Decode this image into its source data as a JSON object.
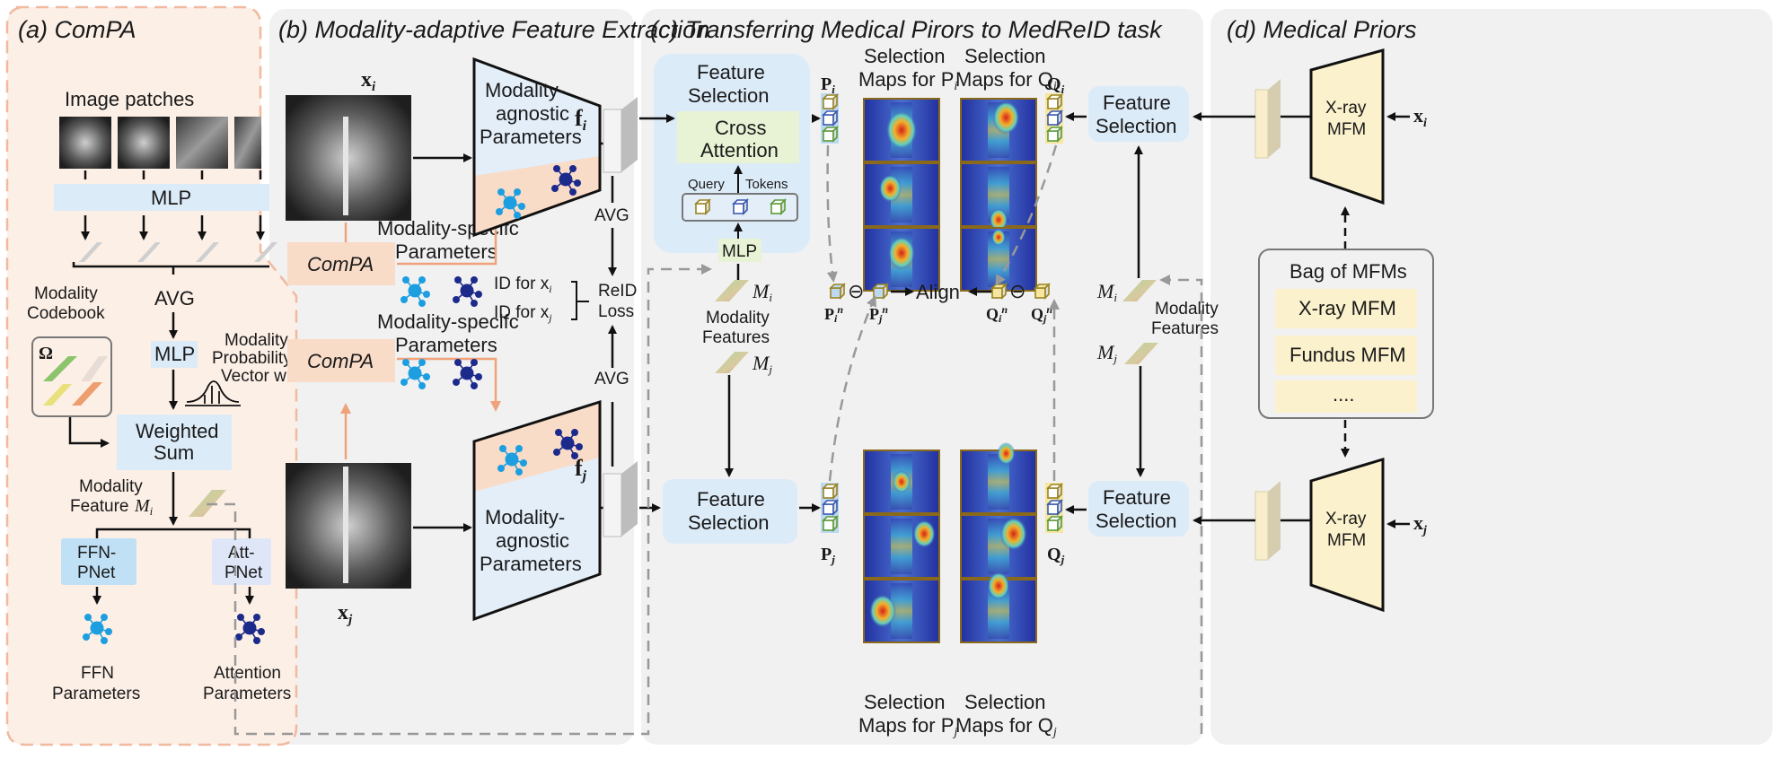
{
  "panels": {
    "a": {
      "title": "(a) ComPA",
      "image_patches_label": "Image patches",
      "mlp_top": "MLP",
      "avg": "AVG",
      "mlp_mid": "MLP",
      "codebook_label_1": "Modality",
      "codebook_label_2": "Codebook",
      "codebook_symbol": "Ω",
      "prob_label_1": "Modality",
      "prob_label_2": "Probability",
      "prob_label_3": "Vector w",
      "prob_sub": "i",
      "weighted_1": "Weighted",
      "weighted_2": "Sum",
      "feature_label_1": "Modality",
      "feature_label_2": "Feature",
      "feature_symbol": "M",
      "feature_sub": "i",
      "ffn_pnet_1": "FFN-",
      "ffn_pnet_2": "PNet",
      "att_pnet_1": "Att-",
      "att_pnet_2": "PNet",
      "ffn_params_1": "FFN",
      "ffn_params_2": "Parameters",
      "att_params_1": "Attention",
      "att_params_2": "Parameters"
    },
    "b": {
      "title": "(b) Modality-adaptive Feature Extraction",
      "xi": "x",
      "xi_sub": "i",
      "xj": "x",
      "xj_sub": "j",
      "compa_top": "ComPA",
      "compa_bottom": "ComPA",
      "specific_1": "Modality-specifc",
      "specific_2": "Parameters",
      "agnostic_1": "Modality-",
      "agnostic_2": "agnostic",
      "agnostic_3": "Parameters",
      "fi": "f",
      "fi_sub": "i",
      "fj": "f",
      "fj_sub": "j",
      "avg_top": "AVG",
      "avg_bottom": "AVG",
      "id_i": "ID for x",
      "id_i_sub": "i",
      "id_j": "ID for x",
      "id_j_sub": "j",
      "reid_1": "ReID",
      "reid_2": "Loss"
    },
    "c": {
      "title": "(c) Transferring Medical Pirors to MedReID task",
      "fs_top_1": "Feature",
      "fs_top_2": "Selection",
      "cross_1": "Cross",
      "cross_2": "Attention",
      "query": "Query",
      "tokens": "Tokens",
      "mlp": "MLP",
      "modality_features_1": "Modality",
      "modality_features_2": "Features",
      "mi": "M",
      "mi_sub": "i",
      "mj": "M",
      "mj_sub": "j",
      "fs_bottom_1": "Feature",
      "fs_bottom_2": "Selection",
      "pi": "P",
      "pi_sub": "i",
      "pj": "P",
      "pj_sub": "j",
      "qi": "Q",
      "qi_sub": "i",
      "qj": "Q",
      "qj_sub": "j",
      "sel_pi_1": "Selection",
      "sel_pi_2": "Maps for P",
      "sel_pi_sub": "i",
      "sel_qi_1": "Selection",
      "sel_qi_2": "Maps for Q",
      "sel_qi_sub": "i",
      "sel_pj_1": "Selection",
      "sel_pj_2": "Maps for P",
      "sel_pj_sub": "j",
      "sel_qj_1": "Selection",
      "sel_qj_2": "Maps for Q",
      "sel_qj_sub": "j",
      "pin": "P",
      "pin_sub": "i",
      "pjn": "P",
      "pjn_sub": "j",
      "qin": "Q",
      "qin_sub": "i",
      "qjn": "Q",
      "qjn_sub": "j",
      "n_sup": "n",
      "minus": "⊖",
      "align": "Align",
      "fs_right_top_1": "Feature",
      "fs_right_top_2": "Selection",
      "fs_right_bottom_1": "Feature",
      "fs_right_bottom_2": "Selection",
      "right_mf_1": "Modality",
      "right_mf_2": "Features"
    },
    "d": {
      "title": "(d) Medical Priors",
      "mfm_top_1": "X-ray",
      "mfm_top_2": "MFM",
      "mfm_bottom_1": "X-ray",
      "mfm_bottom_2": "MFM",
      "xi": "x",
      "xi_sub": "i",
      "xj": "x",
      "xj_sub": "j",
      "bag_title": "Bag of MFMs",
      "bag_items": [
        "X-ray MFM",
        "Fundus MFM",
        "...."
      ]
    }
  },
  "colors": {
    "panel_a_bg": "#fcefe6",
    "panel_a_border": "#f0b9a0",
    "panel_bg": "#f1f1f1",
    "light_blue": "#dcebf8",
    "light_green": "#e7f3d4",
    "peach": "#f9dcc8",
    "cream": "#fbf1cc",
    "ffn_blue": "#1c9ee0",
    "att_navy": "#1c2a8c",
    "orange_arrow": "#f0a27a"
  }
}
